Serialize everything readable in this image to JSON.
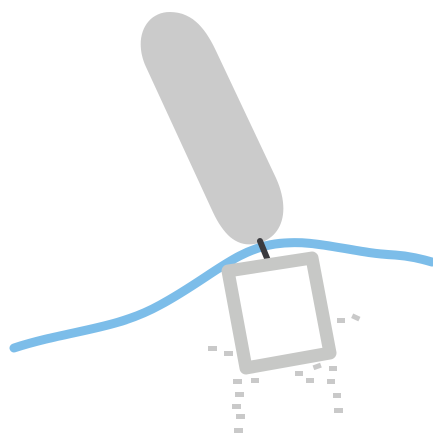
{
  "colors": {
    "background": "#ffffff",
    "body_fill": "#cbcbcb",
    "frame_stroke": "#c7c8c6",
    "string_stroke": "#3b3b3f",
    "wave_stroke": "#7cbde9",
    "motion_marks": "#c9c9c9"
  },
  "icons": {
    "rounded_body": "elongated-capsule-shape",
    "hanging_frame": "square-frame-outline",
    "connector": "short-dark-link",
    "wave": "blue-wavy-line",
    "motion_lines": "dashed-motion-lines"
  }
}
